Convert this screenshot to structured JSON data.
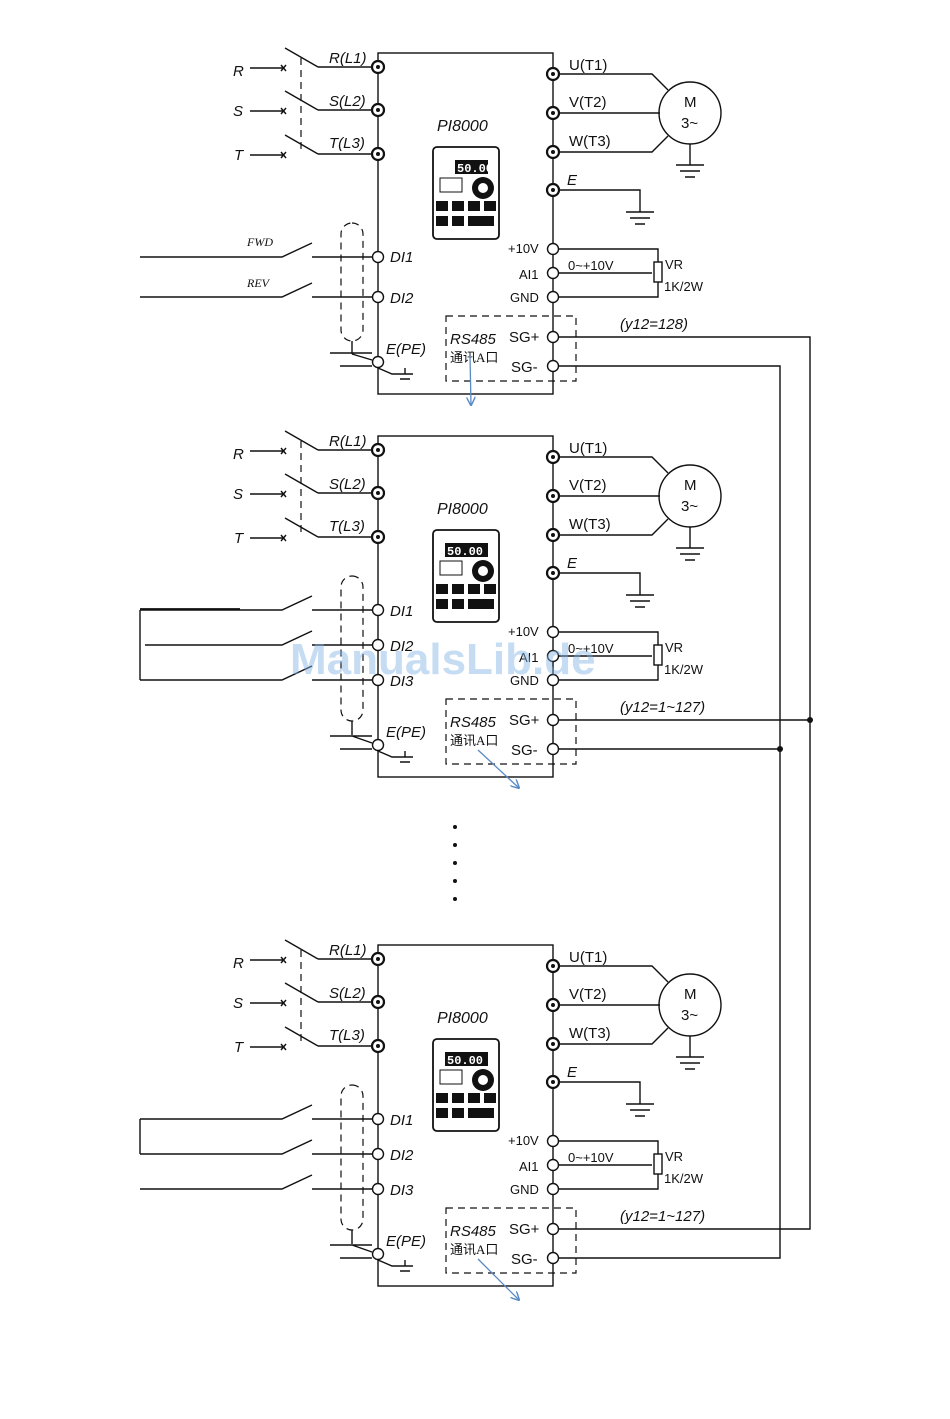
{
  "units": [
    {
      "model": "PI8000",
      "inputs": {
        "r": "R",
        "s": "S",
        "t": "T"
      },
      "power_terminals": [
        "R(L1)",
        "S(L2)",
        "T(L3)"
      ],
      "output_terminals": [
        "U(T1)",
        "V(T2)",
        "W(T3)",
        "E"
      ],
      "motor": {
        "label": "M",
        "phase": "3~"
      },
      "digital_inputs": [
        "DI1",
        "DI2"
      ],
      "switch_labels": [
        "FWD",
        "REV"
      ],
      "ground": "E(PE)",
      "analog": {
        "v10": "+10V",
        "ai1": "AI1",
        "gnd": "GND",
        "range": "0~+10V",
        "vr": "VR",
        "vr_rating": "1K/2W"
      },
      "comm": {
        "line1": "RS485",
        "line2": "通讯A口",
        "sgp": "SG+",
        "sgm": "SG-"
      },
      "address": "(y12=128)"
    },
    {
      "model": "PI8000",
      "inputs": {
        "r": "R",
        "s": "S",
        "t": "T"
      },
      "power_terminals": [
        "R(L1)",
        "S(L2)",
        "T(L3)"
      ],
      "output_terminals": [
        "U(T1)",
        "V(T2)",
        "W(T3)",
        "E"
      ],
      "motor": {
        "label": "M",
        "phase": "3~"
      },
      "digital_inputs": [
        "DI1",
        "DI2",
        "DI3"
      ],
      "ground": "E(PE)",
      "analog": {
        "v10": "+10V",
        "ai1": "AI1",
        "gnd": "GND",
        "range": "0~+10V",
        "vr": "VR",
        "vr_rating": "1K/2W"
      },
      "comm": {
        "line1": "RS485",
        "line2": "通讯A口",
        "sgp": "SG+",
        "sgm": "SG-"
      },
      "address": "(y12=1~127)"
    },
    {
      "model": "PI8000",
      "inputs": {
        "r": "R",
        "s": "S",
        "t": "T"
      },
      "power_terminals": [
        "R(L1)",
        "S(L2)",
        "T(L3)"
      ],
      "output_terminals": [
        "U(T1)",
        "V(T2)",
        "W(T3)",
        "E"
      ],
      "motor": {
        "label": "M",
        "phase": "3~"
      },
      "digital_inputs": [
        "DI1",
        "DI2",
        "DI3"
      ],
      "ground": "E(PE)",
      "analog": {
        "v10": "+10V",
        "ai1": "AI1",
        "gnd": "GND",
        "range": "0~+10V",
        "vr": "VR",
        "vr_rating": "1K/2W"
      },
      "comm": {
        "line1": "RS485",
        "line2": "通讯A口",
        "sgp": "SG+",
        "sgm": "SG-"
      },
      "address": "(y12=1~127)"
    }
  ],
  "keypad": {
    "display": "50.00"
  },
  "watermark": "ManualsLib.de"
}
